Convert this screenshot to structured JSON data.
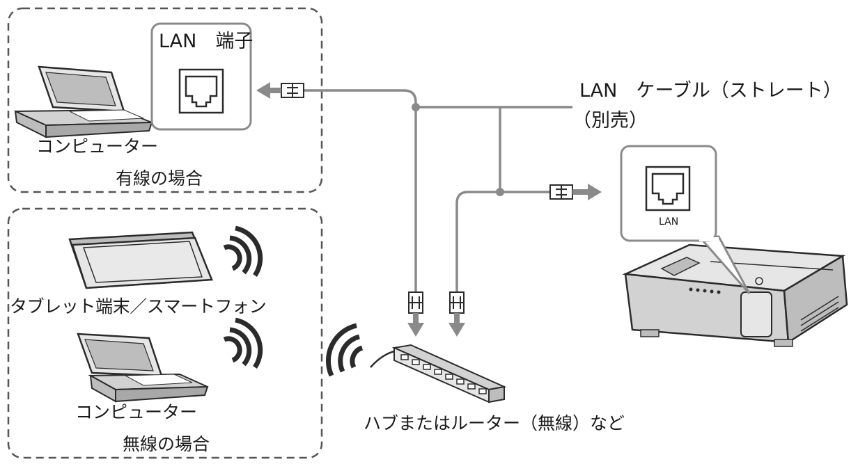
{
  "wired_section": {
    "caption": "有線の場合",
    "port_label": "LAN　端子",
    "computer_label": "コンピューター"
  },
  "wireless_section": {
    "caption": "無線の場合",
    "tablet_label": "タブレット端末／スマートフォン",
    "computer_label": "コンピューター"
  },
  "cable": {
    "label": "LAN　ケーブル（ストレート）",
    "note": "（別売）"
  },
  "hub": {
    "label": "ハブまたはルーター（無線）など"
  },
  "projector": {
    "port_label": "LAN"
  },
  "colors": {
    "line": "#8a8a8a",
    "frame": "#555555",
    "dark": "#2b2b2b",
    "device_body": "#e6e6e6",
    "device_shade": "#bdbdbd"
  }
}
